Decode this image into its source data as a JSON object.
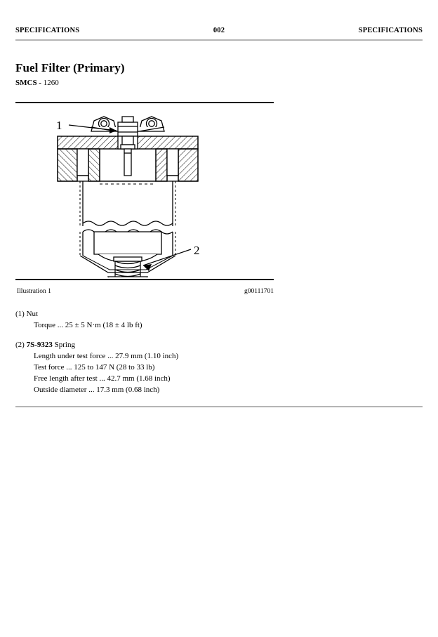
{
  "header": {
    "left": "SPECIFICATIONS",
    "page_number": "002",
    "right": "SPECIFICATIONS"
  },
  "title": "Fuel Filter (Primary)",
  "smcs": {
    "label": "SMCS -",
    "code": "1260"
  },
  "illustration": {
    "caption": "Illustration 1",
    "graphic_id": "g00111701",
    "callouts": [
      {
        "number": "1",
        "refers_to": "Nut"
      },
      {
        "number": "2",
        "refers_to": "Spring"
      }
    ]
  },
  "specifications": [
    {
      "index": "(1)",
      "part_number": "",
      "name": "Nut",
      "lines": [
        "Torque ... 25 ± 5 N·m (18 ± 4 lb ft)"
      ]
    },
    {
      "index": "(2)",
      "part_number": "7S-9323",
      "name": "Spring",
      "lines": [
        "Length under test force ... 27.9 mm (1.10 inch)",
        "Test force ... 125 to 147 N (28 to 33 lb)",
        "Free length after test ... 42.7 mm (1.68 inch)",
        "Outside diameter ... 17.3 mm (0.68 inch)"
      ]
    }
  ],
  "colors": {
    "text": "#000000",
    "rule_light": "#b5b5b5",
    "rule_dark": "#1a1a1a",
    "line_art": "#000000"
  }
}
